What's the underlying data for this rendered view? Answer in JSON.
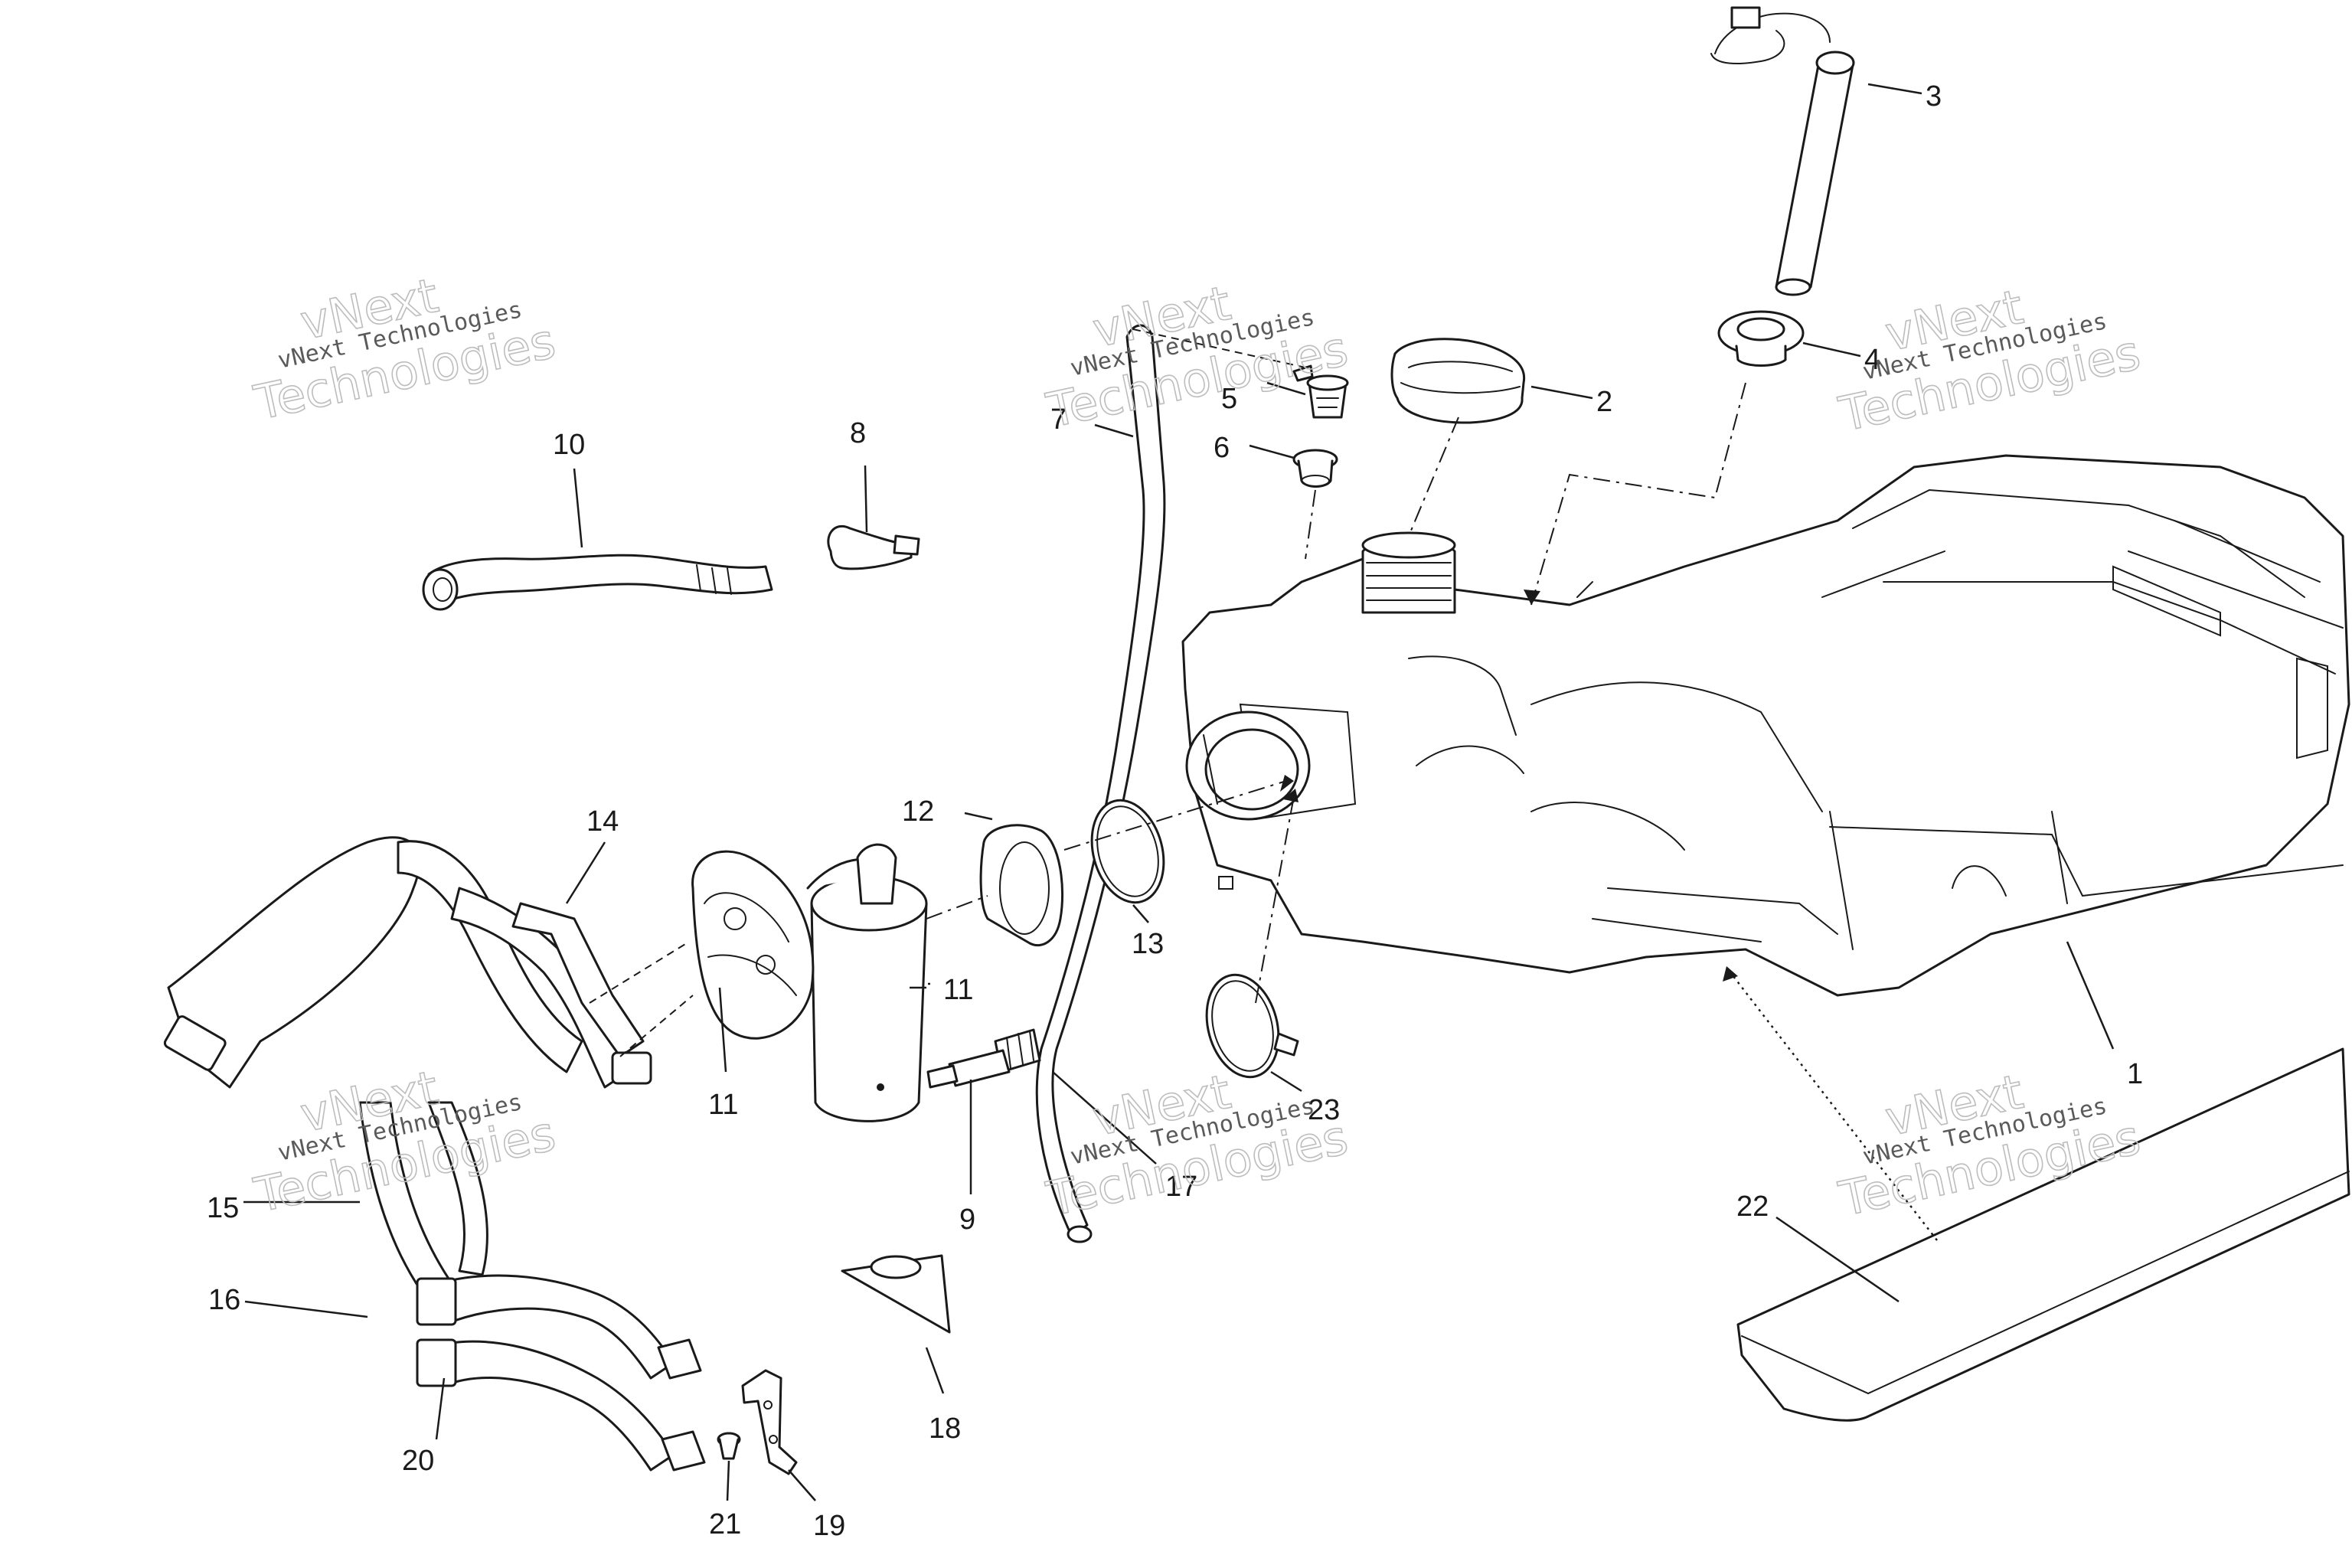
{
  "diagram": {
    "callouts": [
      {
        "id": "1",
        "label": "1"
      },
      {
        "id": "2",
        "label": "2"
      },
      {
        "id": "3",
        "label": "3"
      },
      {
        "id": "4",
        "label": "4"
      },
      {
        "id": "5",
        "label": "5"
      },
      {
        "id": "6",
        "label": "6"
      },
      {
        "id": "7",
        "label": "7"
      },
      {
        "id": "8",
        "label": "8"
      },
      {
        "id": "9",
        "label": "9"
      },
      {
        "id": "10",
        "label": "10"
      },
      {
        "id": "11a",
        "label": "11"
      },
      {
        "id": "11b",
        "label": "11"
      },
      {
        "id": "12",
        "label": "12"
      },
      {
        "id": "13",
        "label": "13"
      },
      {
        "id": "14",
        "label": "14"
      },
      {
        "id": "15",
        "label": "15"
      },
      {
        "id": "16",
        "label": "16"
      },
      {
        "id": "17",
        "label": "17"
      },
      {
        "id": "18",
        "label": "18"
      },
      {
        "id": "19",
        "label": "19"
      },
      {
        "id": "20",
        "label": "20"
      },
      {
        "id": "21",
        "label": "21"
      },
      {
        "id": "22",
        "label": "22"
      },
      {
        "id": "23",
        "label": "23"
      }
    ],
    "watermark": {
      "line1": "vNext",
      "line2": "vNext Technologies",
      "line3": "Technologies"
    }
  }
}
